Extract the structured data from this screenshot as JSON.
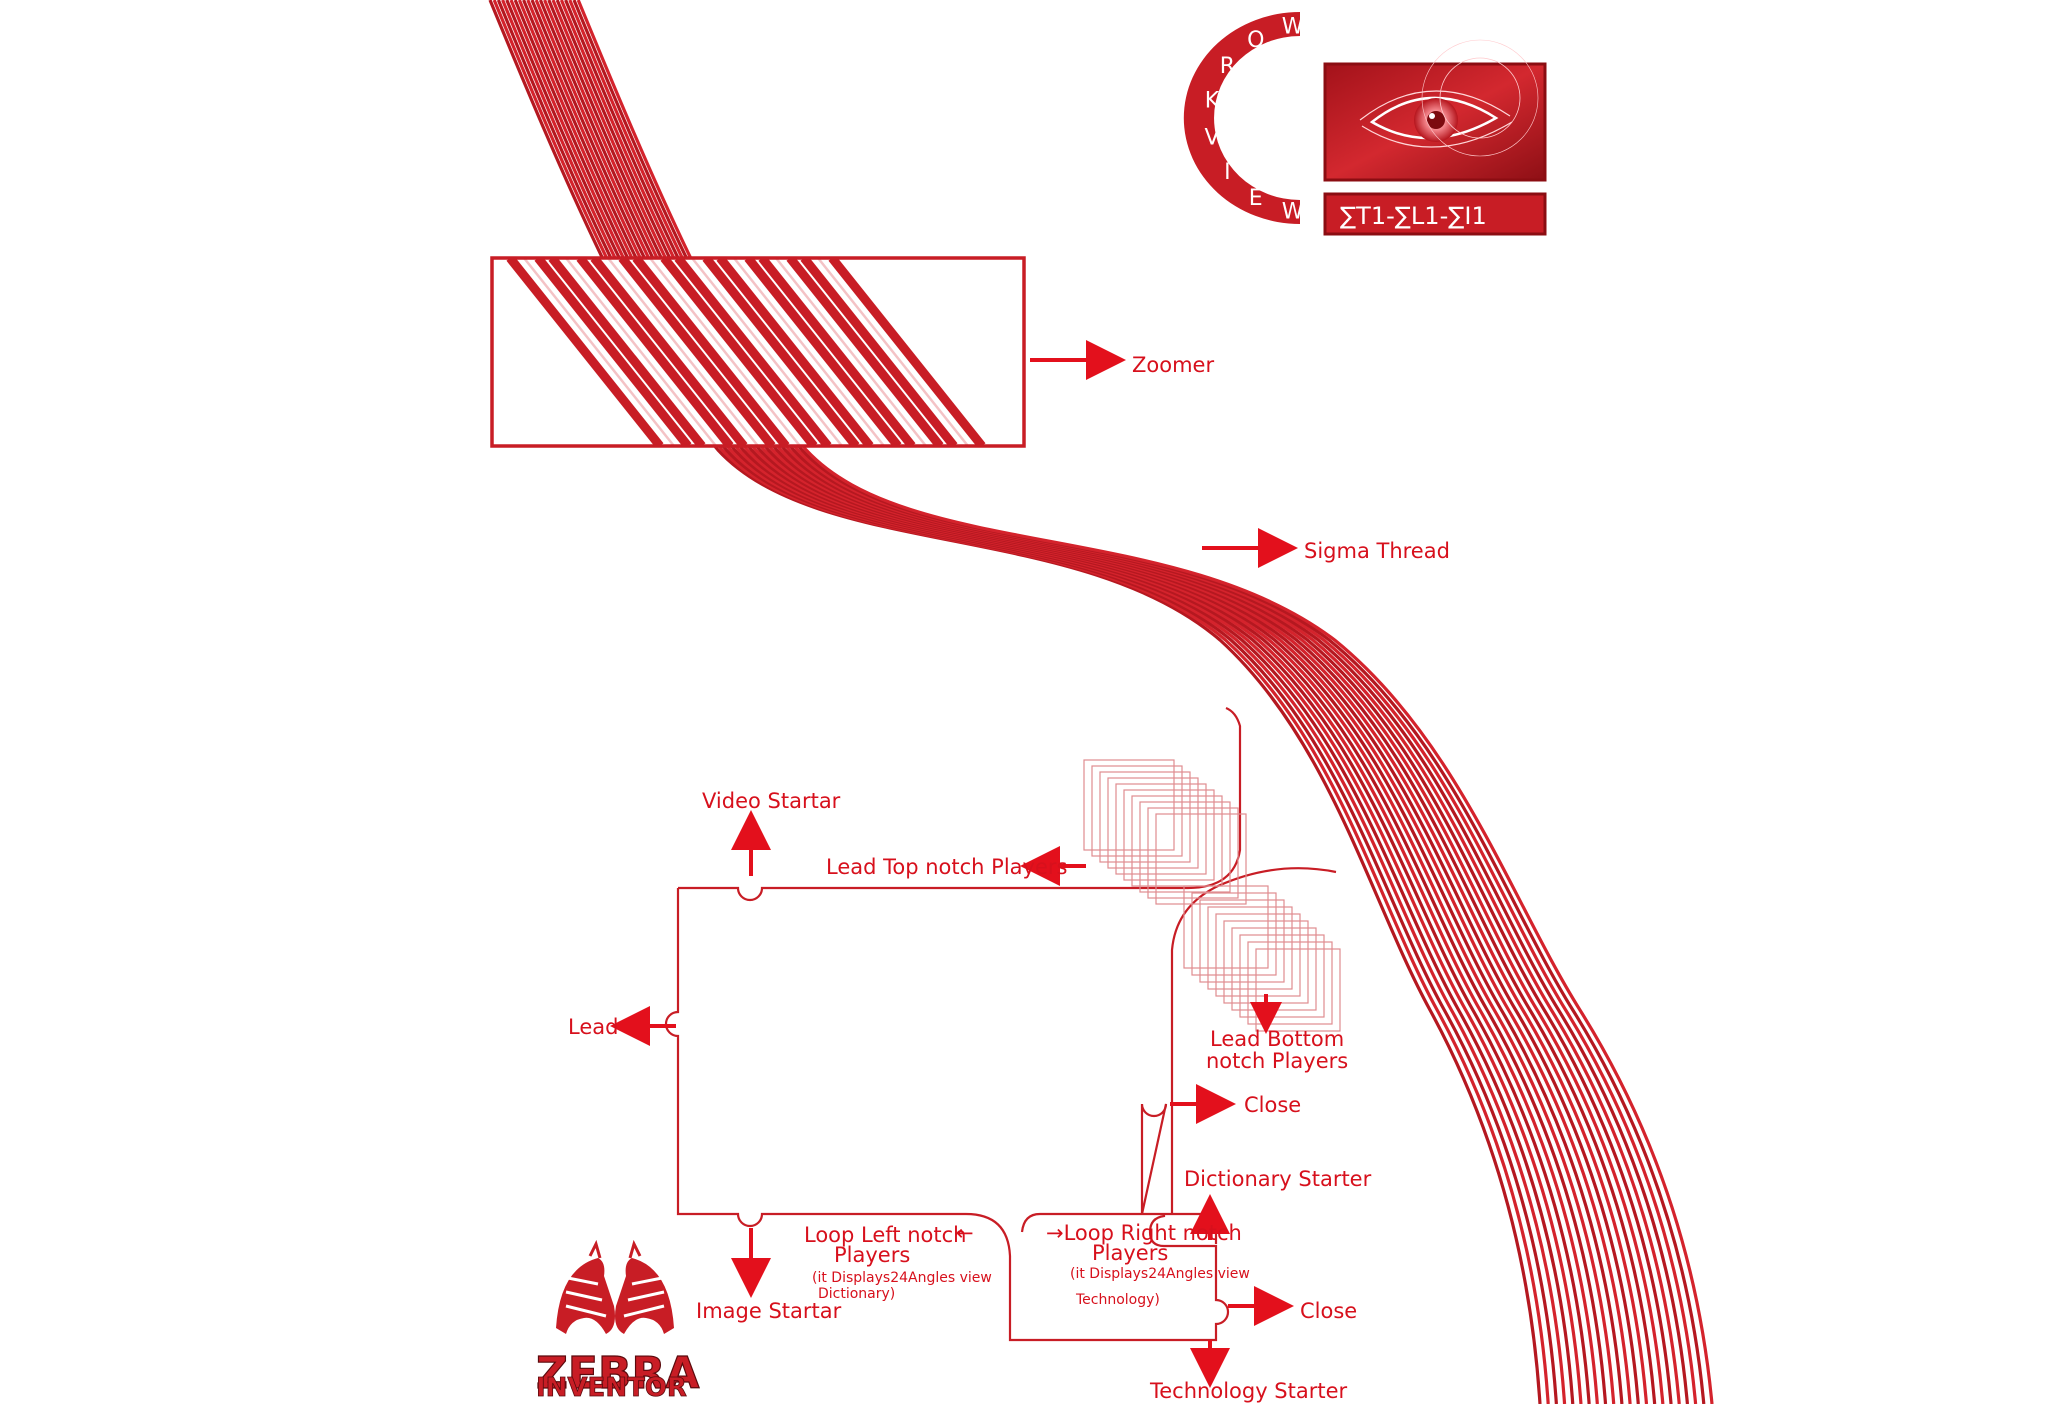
{
  "logo": {
    "workview_letters": [
      "W",
      "O",
      "R",
      "K",
      "V",
      "I",
      "E",
      "W"
    ],
    "formula": "∑T1-∑L1-∑I1",
    "colors": {
      "primary": "#c81d25",
      "dark": "#8b0d12"
    }
  },
  "labels": {
    "zoomer": "Zoomer",
    "sigma_thread": "Sigma Thread",
    "video_startar": "Video Startar",
    "lead_top_notch": "Lead Top notch Players",
    "lead": "Lead",
    "lead_bottom_notch_line1": "Lead Bottom",
    "lead_bottom_notch_line2": "notch Players",
    "close_1": "Close",
    "dictionary_starter": "Dictionary Starter",
    "loop_left_line1": "Loop Left notch",
    "loop_left_line2": "Players",
    "loop_left_note_line1": "(it Displays24Angles view",
    "loop_left_note_line2": "Dictionary)",
    "loop_right_line1": "→Loop Right notch",
    "loop_right_line2": "Players",
    "loop_right_note_line1": "(it Displays24Angles view",
    "loop_right_note_line2": "Technology)",
    "image_startar": "Image Startar",
    "close_2": "Close",
    "technology_starter": "Technology  Starter",
    "small_left_arrow": "←"
  },
  "brand": {
    "line1": "ZEBRA",
    "line2": "INVENTOR"
  }
}
